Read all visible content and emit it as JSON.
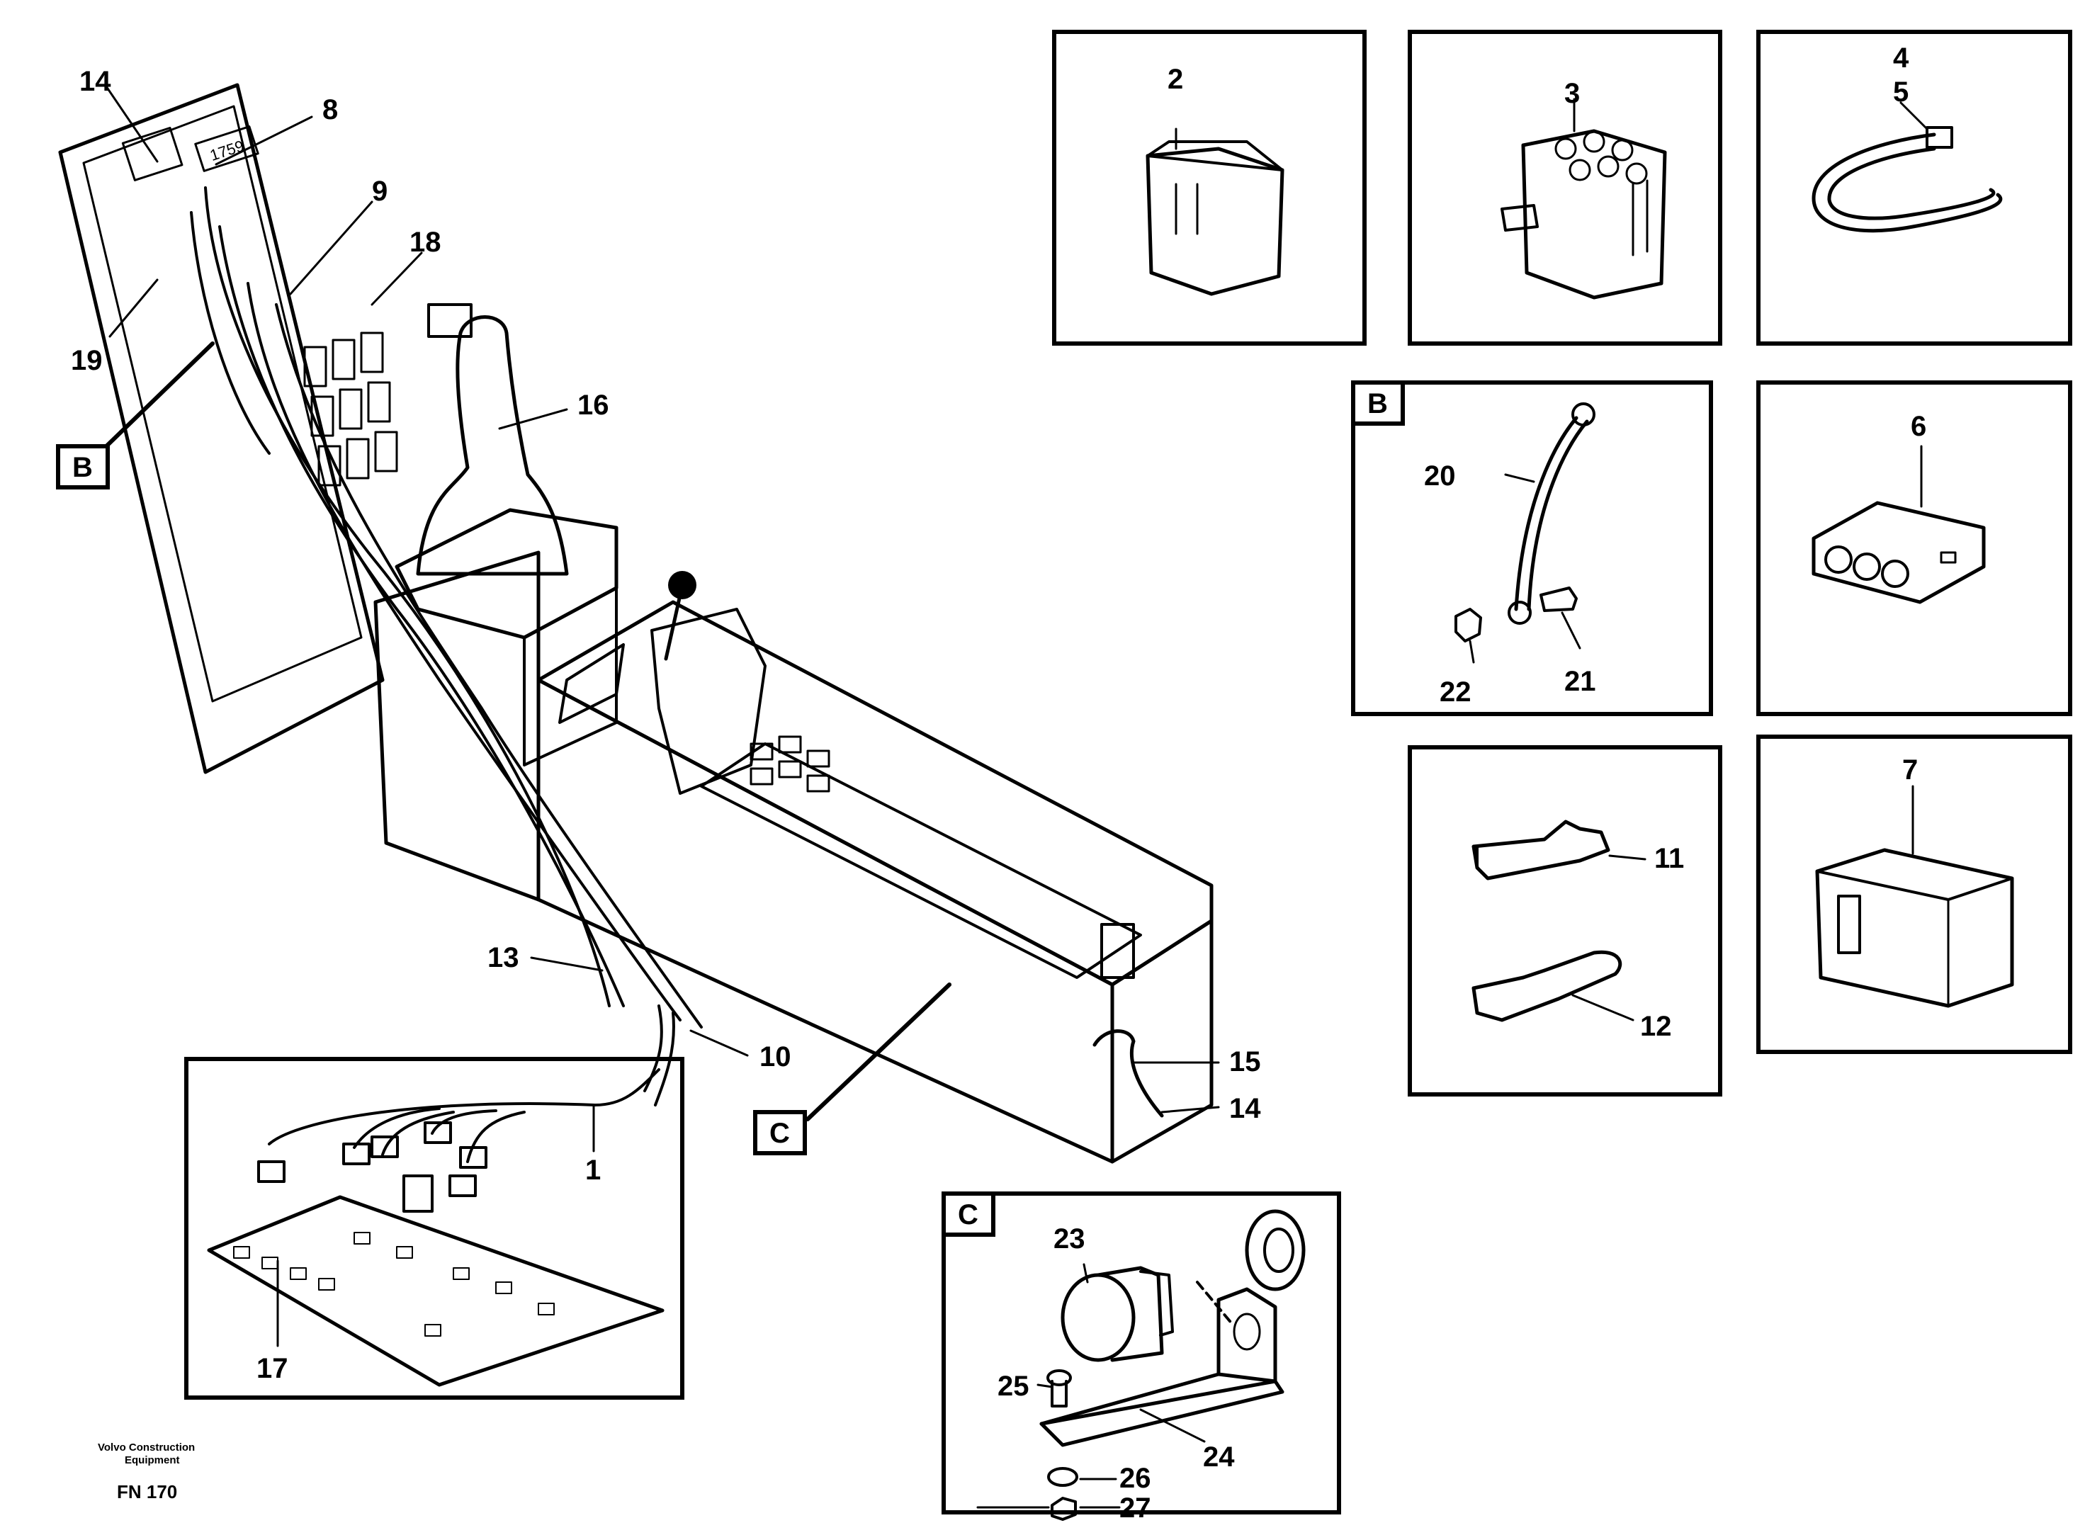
{
  "callouts": {
    "c1": "1",
    "c2": "2",
    "c3": "3",
    "c4": "4",
    "c5": "5",
    "c6": "6",
    "c7": "7",
    "c8": "8",
    "c9": "9",
    "c10": "10",
    "c11": "11",
    "c12": "12",
    "c13": "13",
    "c14a": "14",
    "c14b": "14",
    "c15": "15",
    "c16": "16",
    "c17": "17",
    "c18": "18",
    "c19": "19",
    "c20": "20",
    "c21": "21",
    "c22": "22",
    "c23": "23",
    "c24": "24",
    "c25": "25",
    "c26": "26",
    "c27": "27"
  },
  "view_labels": {
    "b_main": "B",
    "c_main": "C",
    "b_box": "B",
    "c_box": "C"
  },
  "display_text": "1759",
  "footer": {
    "company_line1": "Volvo Construction",
    "company_line2": "Equipment",
    "figure_code": "FN 170"
  }
}
